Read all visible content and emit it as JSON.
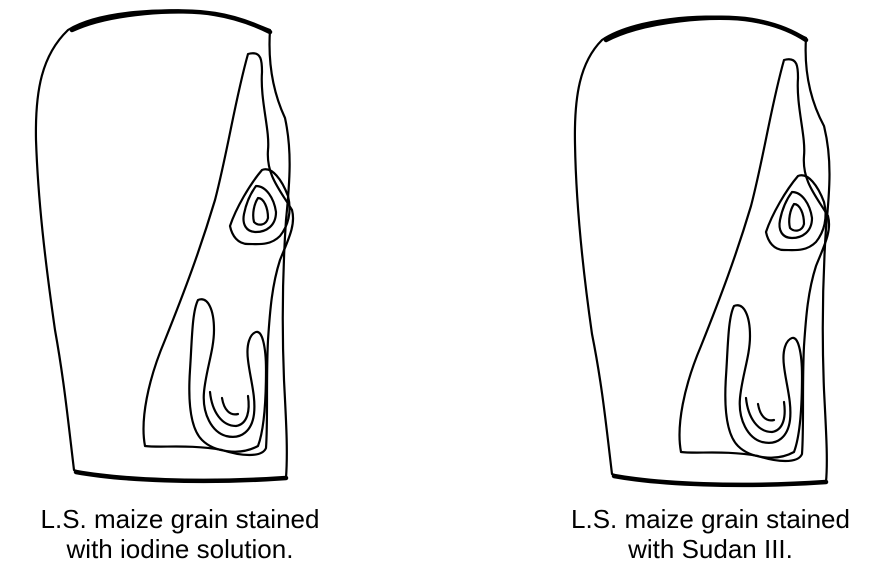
{
  "figures": [
    {
      "caption_line1": "L.S. maize grain stained",
      "caption_line2": "with iodine solution."
    },
    {
      "caption_line1": "L.S. maize grain stained",
      "caption_line2": "with Sudan III."
    }
  ]
}
